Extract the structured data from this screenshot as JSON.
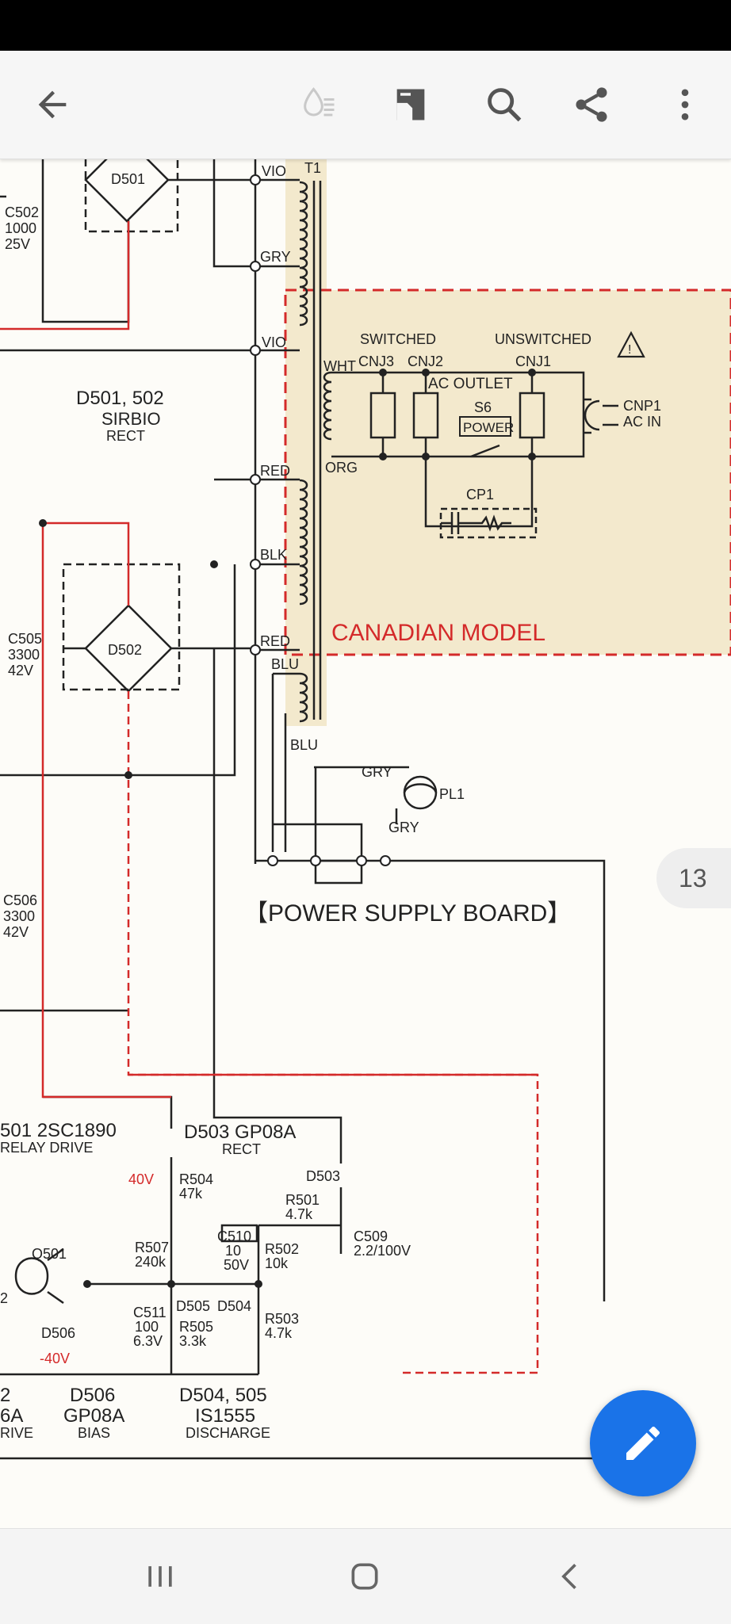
{
  "toolbar": {
    "icons": [
      "back-arrow-icon",
      "reading-mode-icon",
      "bookmark-icon",
      "search-icon",
      "share-icon",
      "more-vert-icon"
    ]
  },
  "page_indicator": "13",
  "schematic": {
    "labels": {
      "d501": "D501",
      "d502": "D502",
      "d501_502": "D501, 502",
      "sirb10": "SIRBIO",
      "rect": "RECT",
      "c502_a": "C502",
      "c502_b": "1000",
      "c502_c": "25V",
      "c505_a": "C505",
      "c505_b": "3300",
      "c505_c": "42V",
      "c506_a": "C506",
      "c506_b": "3300",
      "c506_c": "42V",
      "t1": "T1",
      "vio1": "VIO",
      "gry1": "GRY",
      "vio2": "VIO",
      "red1": "RED",
      "blk": "BLK",
      "red2": "RED",
      "blu1": "BLU",
      "blu2": "BLU",
      "wht": "WHT",
      "org": "ORG",
      "switched": "SWITCHED",
      "unswitched": "UNSWITCHED",
      "cnj3": "CNJ3",
      "cnj2": "CNJ2",
      "cnj1": "CNJ1",
      "ac_outlet": "AC OUTLET",
      "s6": "S6",
      "power": "POWER",
      "cnp1": "CNP1",
      "ac_in": "AC IN",
      "cp1": "CP1",
      "canadian": "CANADIAN MODEL",
      "gry2": "GRY",
      "gry3": "GRY",
      "pl1": "PL1",
      "board": "【POWER SUPPLY BOARD】",
      "q501_title": "501 2SC1890",
      "relay": "RELAY DRIVE",
      "d503_title": "D503 GP08A",
      "rect2": "RECT",
      "v40": "40V",
      "r504": "R504",
      "r504v": "47k",
      "d503": "D503",
      "r501": "R501",
      "r501v": "4.7k",
      "c509": "C509",
      "c509v": "2.2/100V",
      "r507": "R507",
      "r507v": "240k",
      "c510": "C510",
      "c510a": "10",
      "c510b": "50V",
      "r502": "R502",
      "r502v": "10k",
      "q501": "Q501",
      "d505": "D505",
      "d504": "D504",
      "r503": "R503",
      "r503v": "4.7k",
      "d506": "D506",
      "v40n": "-40V",
      "c511": "C511",
      "c511a": "100",
      "c511b": "6.3V",
      "r505": "R505",
      "r505v": "3.3k",
      "b_d506": "D506",
      "b_gp08a": "GP08A",
      "b_bias": "BIAS",
      "b_d504": "D504, 505",
      "b_is": "IS1555",
      "b_disch": "DISCHARGE",
      "b_2": "2",
      "b_6a": "6A",
      "b_rive": "RIVE",
      "q_2": "2"
    }
  },
  "colors": {
    "fab": "#1a73e8",
    "red_wire": "#d42a2a",
    "tan_region": "#f3e9cd"
  }
}
